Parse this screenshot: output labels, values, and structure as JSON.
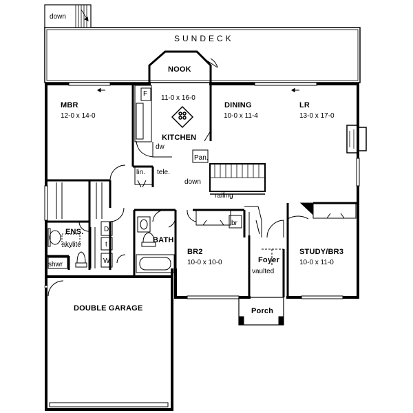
{
  "deck": {
    "label": "SUNDECK",
    "stair_label": "down"
  },
  "rooms": {
    "nook": {
      "name": "NOOK",
      "dim": "11-0 x 16-0"
    },
    "kitchen": {
      "name": "KITCHEN"
    },
    "dining": {
      "name": "DINING",
      "dim": "10-0 x 11-4"
    },
    "lr": {
      "name": "LR",
      "dim": "13-0 x 17-0"
    },
    "mbr": {
      "name": "MBR",
      "dim": "12-0 x 14-0"
    },
    "br2": {
      "name": "BR2",
      "dim": "10-0 x 10-0"
    },
    "study": {
      "name": "STUDY/BR3",
      "dim": "10-0 x 11-0"
    },
    "bath": {
      "name": "BATH"
    },
    "ens": {
      "name": "ENS.",
      "note": "skylite"
    },
    "garage": {
      "name": "DOUBLE GARAGE"
    },
    "foyer": {
      "name": "Foyer",
      "note": "vaulted"
    },
    "porch": {
      "name": "Porch"
    }
  },
  "fixtures": {
    "fridge": "F",
    "dishwasher": "dw",
    "pantry": "Pan.",
    "linen": "lin.",
    "tele": "tele.",
    "stairs_down": "down",
    "railing": "railing",
    "broom": "br",
    "shower": "shwr",
    "dryer": "D",
    "laundry_tub": "t",
    "washer": "W"
  }
}
